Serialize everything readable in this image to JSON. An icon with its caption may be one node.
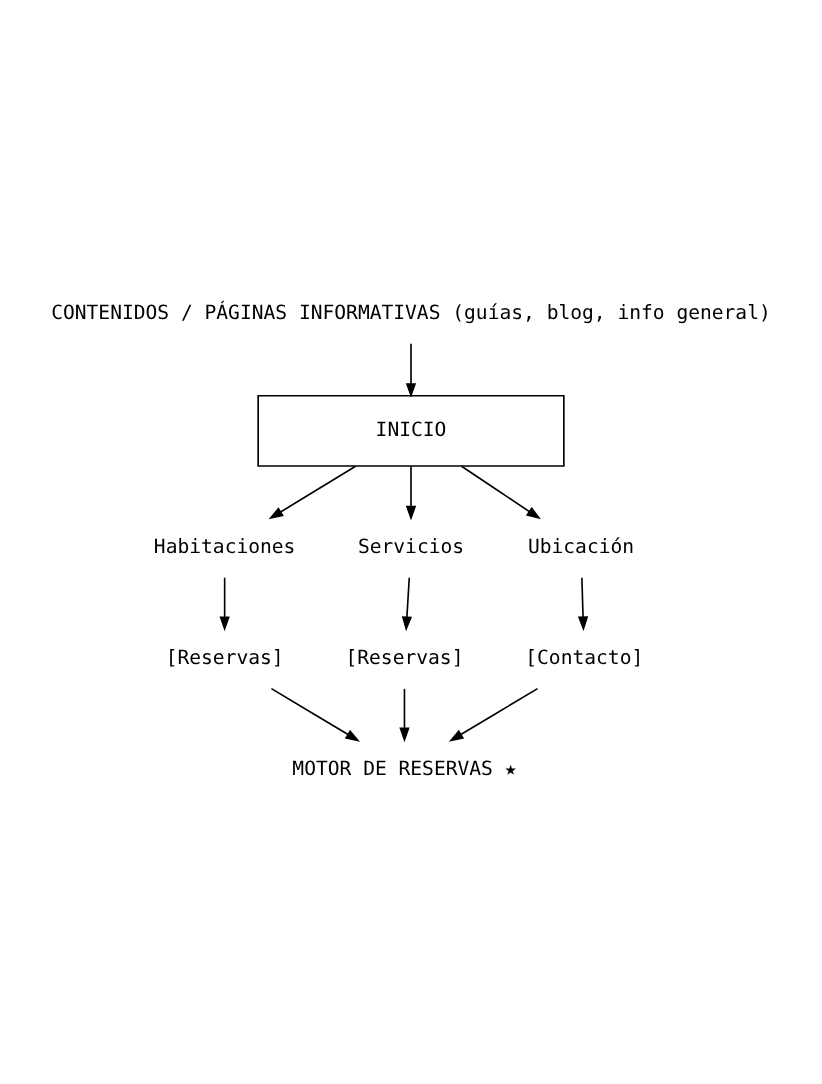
{
  "diagram": {
    "nodes": [
      {
        "text": [
          "CONTENIDOS / PÁGINAS INFORMATIVAS (guías, blog, info general)"
        ]
      },
      {
        "text": [
          "INICIO"
        ]
      },
      {
        "text": [
          "Habitaciones"
        ]
      },
      {
        "text": [
          "Servicios"
        ]
      },
      {
        "text": [
          "Ubicación"
        ]
      },
      {
        "text": [
          "[Reservas]"
        ]
      },
      {
        "text": [
          "[Reservas]"
        ]
      },
      {
        "text": [
          "[Contacto]"
        ]
      },
      {
        "text": [
          "MOTOR DE RESERVAS ★"
        ]
      }
    ],
    "edges": [
      {
        "from": 0,
        "to": 1,
        "arrow": "to"
      },
      {
        "from": 1,
        "to": 2,
        "arrow": "to"
      },
      {
        "from": 1,
        "to": 3,
        "arrow": "to"
      },
      {
        "from": 1,
        "to": 4,
        "arrow": "to"
      },
      {
        "from": 2,
        "to": 5,
        "arrow": "to"
      },
      {
        "from": 3,
        "to": 6,
        "arrow": "to"
      },
      {
        "from": 4,
        "to": 7,
        "arrow": "to"
      },
      {
        "from": 5,
        "to": 8,
        "arrow": "to"
      },
      {
        "from": 6,
        "to": 8,
        "arrow": "to"
      },
      {
        "from": 7,
        "to": 8,
        "arrow": "to"
      }
    ]
  }
}
